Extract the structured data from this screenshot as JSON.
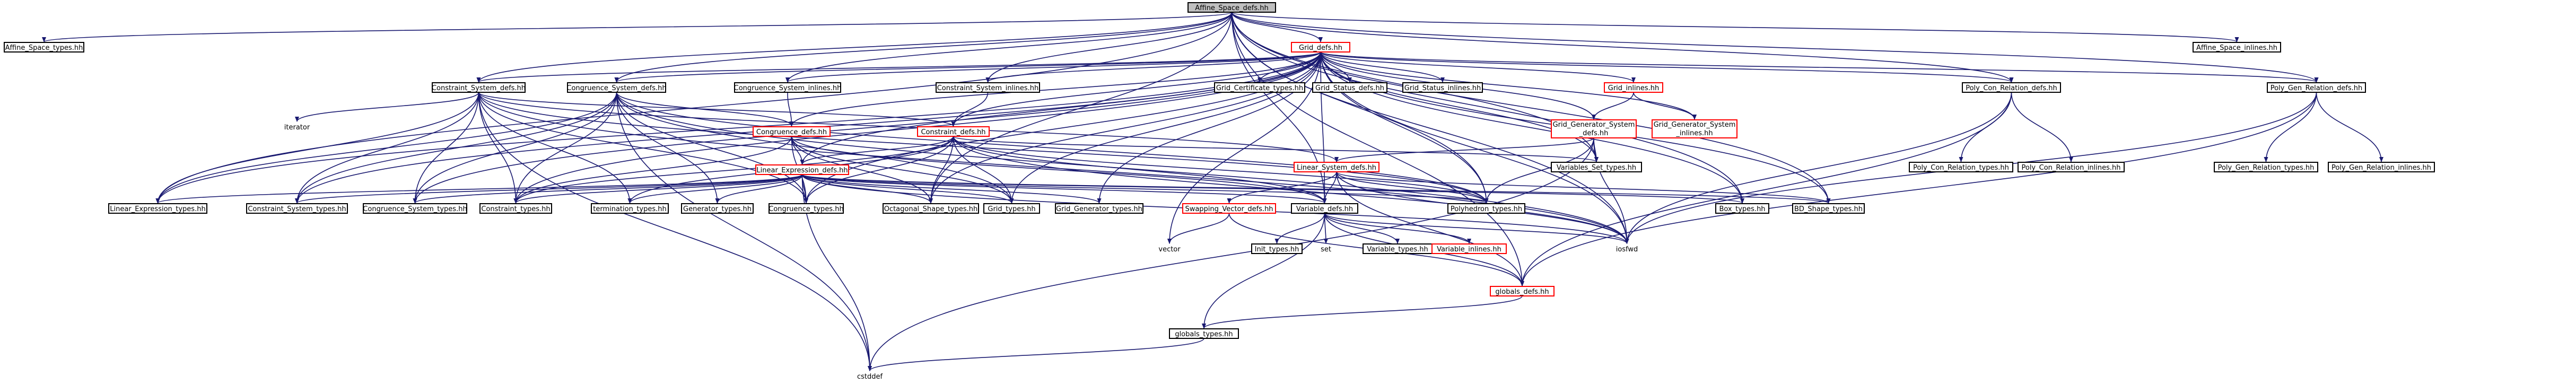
{
  "colors": {
    "edge": "#191970",
    "node_border": "#000000",
    "highlight_border": "#ff0000",
    "root_fill": "#bfbfbf",
    "node_fill": "#ffffff"
  },
  "nodes": [
    {
      "id": "affine_defs",
      "label": "Affine_Space_defs.hh",
      "style": "root"
    },
    {
      "id": "affine_types",
      "label": "Affine_Space_types.hh",
      "style": "normal"
    },
    {
      "id": "grid_defs",
      "label": "Grid_defs.hh",
      "style": "red"
    },
    {
      "id": "affine_inlines",
      "label": "Affine_Space_inlines.hh",
      "style": "normal"
    },
    {
      "id": "constraint_system_defs",
      "label": "Constraint_System_defs.hh",
      "style": "normal"
    },
    {
      "id": "congruence_system_defs",
      "label": "Congruence_System_defs.hh",
      "style": "normal"
    },
    {
      "id": "congruence_system_inlines",
      "label": "Congruence_System_inlines.hh",
      "style": "normal"
    },
    {
      "id": "constraint_system_inlines",
      "label": "Constraint_System_inlines.hh",
      "style": "normal"
    },
    {
      "id": "grid_certificate_types",
      "label": "Grid_Certificate_types.hh",
      "style": "normal"
    },
    {
      "id": "grid_status_defs",
      "label": "Grid_Status_defs.hh",
      "style": "normal"
    },
    {
      "id": "grid_status_inlines",
      "label": "Grid_Status_inlines.hh",
      "style": "normal"
    },
    {
      "id": "grid_inlines",
      "label": "Grid_inlines.hh",
      "style": "red"
    },
    {
      "id": "poly_con_relation_defs",
      "label": "Poly_Con_Relation_defs.hh",
      "style": "normal"
    },
    {
      "id": "poly_gen_relation_defs",
      "label": "Poly_Gen_Relation_defs.hh",
      "style": "normal"
    },
    {
      "id": "iterator",
      "label": "iterator",
      "style": "plain"
    },
    {
      "id": "congruence_defs",
      "label": "Congruence_defs.hh",
      "style": "red"
    },
    {
      "id": "constraint_defs",
      "label": "Constraint_defs.hh",
      "style": "red"
    },
    {
      "id": "grid_generator_system_defs",
      "label": [
        "Grid_Generator_System",
        "_defs.hh"
      ],
      "style": "red"
    },
    {
      "id": "grid_generator_system_inlines",
      "label": [
        "Grid_Generator_System",
        "_inlines.hh"
      ],
      "style": "red"
    },
    {
      "id": "poly_con_relation_types",
      "label": "Poly_Con_Relation_types.hh",
      "style": "normal"
    },
    {
      "id": "poly_con_relation_inlines",
      "label": "Poly_Con_Relation_inlines.hh",
      "style": "normal"
    },
    {
      "id": "poly_gen_relation_types",
      "label": "Poly_Gen_Relation_types.hh",
      "style": "normal"
    },
    {
      "id": "poly_gen_relation_inlines",
      "label": "Poly_Gen_Relation_inlines.hh",
      "style": "normal"
    },
    {
      "id": "linear_system_defs",
      "label": "Linear_System_defs.hh",
      "style": "red"
    },
    {
      "id": "variables_set_types",
      "label": "Variables_Set_types.hh",
      "style": "normal"
    },
    {
      "id": "linear_expression_defs",
      "label": "Linear_Expression_defs.hh",
      "style": "red"
    },
    {
      "id": "linear_expression_types",
      "label": "Linear_Expression_types.hh",
      "style": "normal"
    },
    {
      "id": "constraint_system_types",
      "label": "Constraint_System_types.hh",
      "style": "normal"
    },
    {
      "id": "congruence_system_types",
      "label": "Congruence_System_types.hh",
      "style": "normal"
    },
    {
      "id": "constraint_types",
      "label": "Constraint_types.hh",
      "style": "normal"
    },
    {
      "id": "termination_types",
      "label": "termination_types.hh",
      "style": "normal"
    },
    {
      "id": "generator_types",
      "label": "Generator_types.hh",
      "style": "normal"
    },
    {
      "id": "congruence_types",
      "label": "Congruence_types.hh",
      "style": "normal"
    },
    {
      "id": "octagonal_shape_types",
      "label": "Octagonal_Shape_types.hh",
      "style": "normal"
    },
    {
      "id": "grid_types",
      "label": "Grid_types.hh",
      "style": "normal"
    },
    {
      "id": "grid_generator_types",
      "label": "Grid_Generator_types.hh",
      "style": "normal"
    },
    {
      "id": "swapping_vector_defs",
      "label": "Swapping_Vector_defs.hh",
      "style": "red"
    },
    {
      "id": "variable_defs",
      "label": "Variable_defs.hh",
      "style": "normal"
    },
    {
      "id": "polyhedron_types",
      "label": "Polyhedron_types.hh",
      "style": "normal"
    },
    {
      "id": "box_types",
      "label": "Box_types.hh",
      "style": "normal"
    },
    {
      "id": "bd_shape_types",
      "label": "BD_Shape_types.hh",
      "style": "normal"
    },
    {
      "id": "vector",
      "label": "vector",
      "style": "plain"
    },
    {
      "id": "init_types",
      "label": "Init_types.hh",
      "style": "normal"
    },
    {
      "id": "set",
      "label": "set",
      "style": "plain"
    },
    {
      "id": "variable_types",
      "label": "Variable_types.hh",
      "style": "normal"
    },
    {
      "id": "variable_inlines",
      "label": "Variable_inlines.hh",
      "style": "red"
    },
    {
      "id": "iosfwd",
      "label": "iosfwd",
      "style": "plain"
    },
    {
      "id": "globals_defs",
      "label": "globals_defs.hh",
      "style": "red"
    },
    {
      "id": "globals_types",
      "label": "globals_types.hh",
      "style": "normal"
    },
    {
      "id": "cstddef",
      "label": "cstddef",
      "style": "plain"
    }
  ],
  "edges": [
    [
      "affine_defs",
      "affine_types"
    ],
    [
      "affine_defs",
      "grid_defs"
    ],
    [
      "affine_defs",
      "affine_inlines"
    ],
    [
      "affine_defs",
      "constraint_system_defs"
    ],
    [
      "affine_defs",
      "congruence_system_defs"
    ],
    [
      "affine_defs",
      "congruence_system_inlines"
    ],
    [
      "affine_defs",
      "constraint_system_inlines"
    ],
    [
      "affine_defs",
      "poly_con_relation_defs"
    ],
    [
      "affine_defs",
      "poly_gen_relation_defs"
    ],
    [
      "affine_defs",
      "linear_expression_types"
    ],
    [
      "affine_defs",
      "variable_defs"
    ],
    [
      "affine_defs",
      "polyhedron_types"
    ],
    [
      "affine_defs",
      "octagonal_shape_types"
    ],
    [
      "affine_defs",
      "box_types"
    ],
    [
      "affine_defs",
      "bd_shape_types"
    ],
    [
      "affine_defs",
      "iosfwd"
    ],
    [
      "affine_defs",
      "globals_defs"
    ],
    [
      "affine_defs",
      "variables_set_types"
    ],
    [
      "grid_defs",
      "constraint_system_defs"
    ],
    [
      "grid_defs",
      "congruence_system_defs"
    ],
    [
      "grid_defs",
      "congruence_system_inlines"
    ],
    [
      "grid_defs",
      "constraint_system_inlines"
    ],
    [
      "grid_defs",
      "grid_certificate_types"
    ],
    [
      "grid_defs",
      "grid_status_defs"
    ],
    [
      "grid_defs",
      "grid_status_inlines"
    ],
    [
      "grid_defs",
      "grid_inlines"
    ],
    [
      "grid_defs",
      "poly_con_relation_defs"
    ],
    [
      "grid_defs",
      "poly_gen_relation_defs"
    ],
    [
      "grid_defs",
      "grid_generator_system_defs"
    ],
    [
      "grid_defs",
      "grid_generator_system_inlines"
    ],
    [
      "grid_defs",
      "congruence_defs"
    ],
    [
      "grid_defs",
      "constraint_defs"
    ],
    [
      "grid_defs",
      "linear_expression_defs"
    ],
    [
      "grid_defs",
      "variables_set_types"
    ],
    [
      "grid_defs",
      "grid_types"
    ],
    [
      "grid_defs",
      "octagonal_shape_types"
    ],
    [
      "grid_defs",
      "polyhedron_types"
    ],
    [
      "grid_defs",
      "box_types"
    ],
    [
      "grid_defs",
      "bd_shape_types"
    ],
    [
      "grid_defs",
      "variable_defs"
    ],
    [
      "grid_defs",
      "vector"
    ],
    [
      "grid_defs",
      "iosfwd"
    ],
    [
      "grid_defs",
      "grid_generator_types"
    ],
    [
      "grid_defs",
      "constraint_types"
    ],
    [
      "grid_defs",
      "congruence_system_types"
    ],
    [
      "grid_defs",
      "constraint_system_types"
    ],
    [
      "grid_defs",
      "linear_expression_types"
    ],
    [
      "grid_defs",
      "congruence_types"
    ],
    [
      "constraint_system_defs",
      "iterator"
    ],
    [
      "constraint_system_defs",
      "linear_expression_types"
    ],
    [
      "constraint_system_defs",
      "constraint_system_types"
    ],
    [
      "constraint_system_defs",
      "congruence_system_types"
    ],
    [
      "constraint_system_defs",
      "constraint_types"
    ],
    [
      "constraint_system_defs",
      "linear_system_defs"
    ],
    [
      "constraint_system_defs",
      "constraint_defs"
    ],
    [
      "constraint_system_defs",
      "termination_types"
    ],
    [
      "constraint_system_defs",
      "iosfwd"
    ],
    [
      "constraint_system_defs",
      "cstddef"
    ],
    [
      "constraint_system_defs",
      "polyhedron_types"
    ],
    [
      "constraint_system_defs",
      "congruence_types"
    ],
    [
      "congruence_system_defs",
      "linear_expression_types"
    ],
    [
      "congruence_system_defs",
      "constraint_system_types"
    ],
    [
      "congruence_system_defs",
      "congruence_system_types"
    ],
    [
      "congruence_system_defs",
      "constraint_types"
    ],
    [
      "congruence_system_defs",
      "congruence_defs"
    ],
    [
      "congruence_system_defs",
      "congruence_types"
    ],
    [
      "congruence_system_defs",
      "grid_types"
    ],
    [
      "congruence_system_defs",
      "polyhedron_types"
    ],
    [
      "congruence_system_defs",
      "iosfwd"
    ],
    [
      "congruence_system_defs",
      "cstddef"
    ],
    [
      "congruence_system_defs",
      "generator_types"
    ],
    [
      "congruence_system_inlines",
      "congruence_defs"
    ],
    [
      "constraint_system_inlines",
      "constraint_defs"
    ],
    [
      "grid_inlines",
      "grid_generator_system_defs"
    ],
    [
      "grid_inlines",
      "grid_generator_system_inlines"
    ],
    [
      "grid_generator_system_defs",
      "linear_system_defs"
    ],
    [
      "grid_generator_system_defs",
      "variables_set_types"
    ],
    [
      "grid_generator_system_defs",
      "polyhedron_types"
    ],
    [
      "grid_generator_system_defs",
      "iosfwd"
    ],
    [
      "grid_generator_system_defs",
      "cstddef"
    ],
    [
      "poly_con_relation_defs",
      "poly_con_relation_types"
    ],
    [
      "poly_con_relation_defs",
      "poly_con_relation_inlines"
    ],
    [
      "poly_con_relation_defs",
      "iosfwd"
    ],
    [
      "poly_con_relation_defs",
      "globals_defs"
    ],
    [
      "poly_gen_relation_defs",
      "poly_gen_relation_types"
    ],
    [
      "poly_gen_relation_defs",
      "poly_gen_relation_inlines"
    ],
    [
      "poly_gen_relation_defs",
      "iosfwd"
    ],
    [
      "poly_gen_relation_defs",
      "globals_defs"
    ],
    [
      "congruence_defs",
      "linear_expression_defs"
    ],
    [
      "congruence_defs",
      "congruence_types"
    ],
    [
      "congruence_defs",
      "constraint_types"
    ],
    [
      "congruence_defs",
      "variable_defs"
    ],
    [
      "congruence_defs",
      "grid_types"
    ],
    [
      "congruence_defs",
      "octagonal_shape_types"
    ],
    [
      "constraint_defs",
      "linear_expression_defs"
    ],
    [
      "constraint_defs",
      "constraint_types"
    ],
    [
      "constraint_defs",
      "congruence_types"
    ],
    [
      "constraint_defs",
      "octagonal_shape_types"
    ],
    [
      "constraint_defs",
      "variable_defs"
    ],
    [
      "constraint_defs",
      "polyhedron_types"
    ],
    [
      "constraint_defs",
      "termination_types"
    ],
    [
      "constraint_defs",
      "grid_types"
    ],
    [
      "constraint_defs",
      "variables_set_types"
    ],
    [
      "constraint_defs",
      "iosfwd"
    ],
    [
      "linear_system_defs",
      "swapping_vector_defs"
    ],
    [
      "linear_system_defs",
      "variable_defs"
    ],
    [
      "linear_system_defs",
      "polyhedron_types"
    ],
    [
      "linear_system_defs",
      "bd_shape_types"
    ],
    [
      "linear_system_defs",
      "iosfwd"
    ],
    [
      "linear_system_defs",
      "globals_defs"
    ],
    [
      "linear_expression_defs",
      "linear_expression_types"
    ],
    [
      "linear_expression_defs",
      "constraint_system_types"
    ],
    [
      "linear_expression_defs",
      "congruence_system_types"
    ],
    [
      "linear_expression_defs",
      "constraint_types"
    ],
    [
      "linear_expression_defs",
      "termination_types"
    ],
    [
      "linear_expression_defs",
      "generator_types"
    ],
    [
      "linear_expression_defs",
      "congruence_types"
    ],
    [
      "linear_expression_defs",
      "octagonal_shape_types"
    ],
    [
      "linear_expression_defs",
      "grid_types"
    ],
    [
      "linear_expression_defs",
      "grid_generator_types"
    ],
    [
      "linear_expression_defs",
      "variable_defs"
    ],
    [
      "linear_expression_defs",
      "polyhedron_types"
    ],
    [
      "linear_expression_defs",
      "box_types"
    ],
    [
      "linear_expression_defs",
      "bd_shape_types"
    ],
    [
      "linear_expression_defs",
      "iosfwd"
    ],
    [
      "linear_expression_defs",
      "cstddef"
    ],
    [
      "swapping_vector_defs",
      "vector"
    ],
    [
      "swapping_vector_defs",
      "globals_defs"
    ],
    [
      "variable_defs",
      "init_types"
    ],
    [
      "variable_defs",
      "set"
    ],
    [
      "variable_defs",
      "variable_types"
    ],
    [
      "variable_defs",
      "variable_inlines"
    ],
    [
      "variable_defs",
      "iosfwd"
    ],
    [
      "variable_defs",
      "globals_defs"
    ],
    [
      "variable_defs",
      "globals_types"
    ],
    [
      "globals_defs",
      "globals_types"
    ],
    [
      "globals_types",
      "cstddef"
    ]
  ]
}
